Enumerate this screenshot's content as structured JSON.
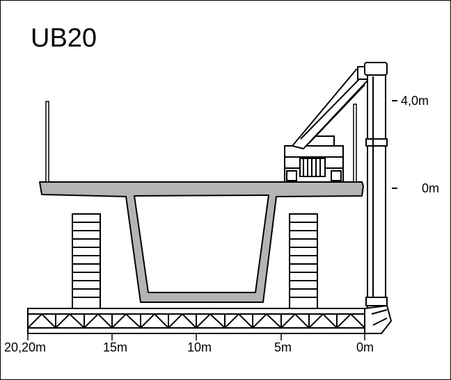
{
  "title": "UB20",
  "height_labels": {
    "top": "4,0m",
    "zero": "0m"
  },
  "distance_labels": [
    "20,20m",
    "15m",
    "10m",
    "5m",
    "0m"
  ],
  "colors": {
    "stroke": "#000000",
    "deck_fill": "#b4b4b4",
    "background": "#ffffff"
  }
}
